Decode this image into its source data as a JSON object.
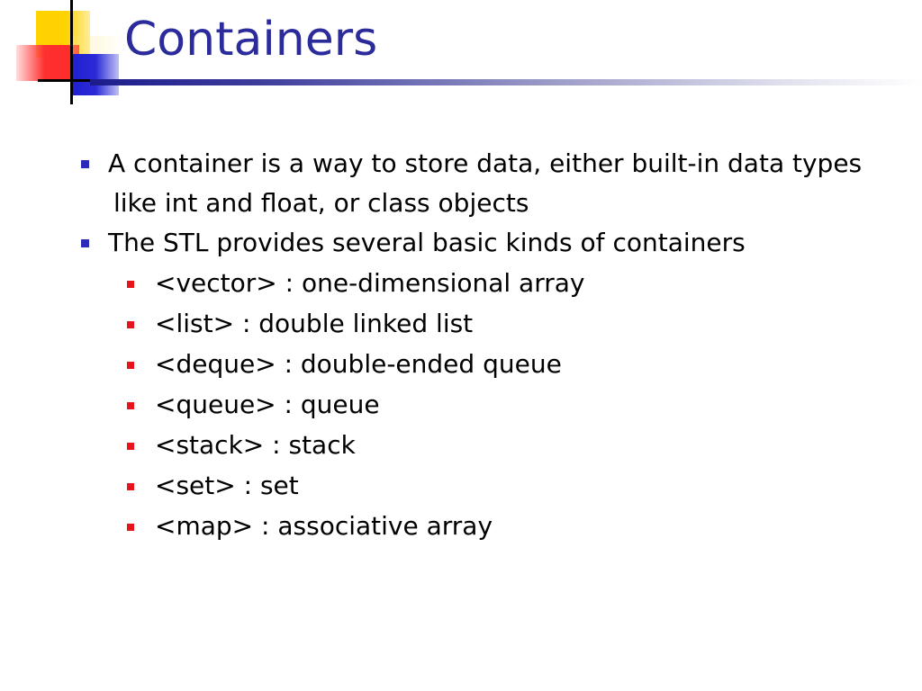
{
  "slide": {
    "title": "Containers",
    "colors": {
      "title": "#2b2b9c",
      "level1_bullet": "#2b2bb8",
      "level2_bullet": "#e8141c",
      "logo_yellow": "#ffd200",
      "logo_red": "#ff3030",
      "logo_blue": "#2020d0"
    },
    "bullets": [
      {
        "text": "A container is a way to store data, either built-in data types like int and float, or class objects",
        "children": []
      },
      {
        "text": "The STL provides several basic kinds of containers",
        "children": [
          "<vector> : one-dimensional array",
          "<list> : double linked list",
          "<deque> : double-ended queue",
          "<queue> : queue",
          "<stack> : stack",
          "<set> : set",
          "<map> : associative array"
        ]
      }
    ]
  }
}
